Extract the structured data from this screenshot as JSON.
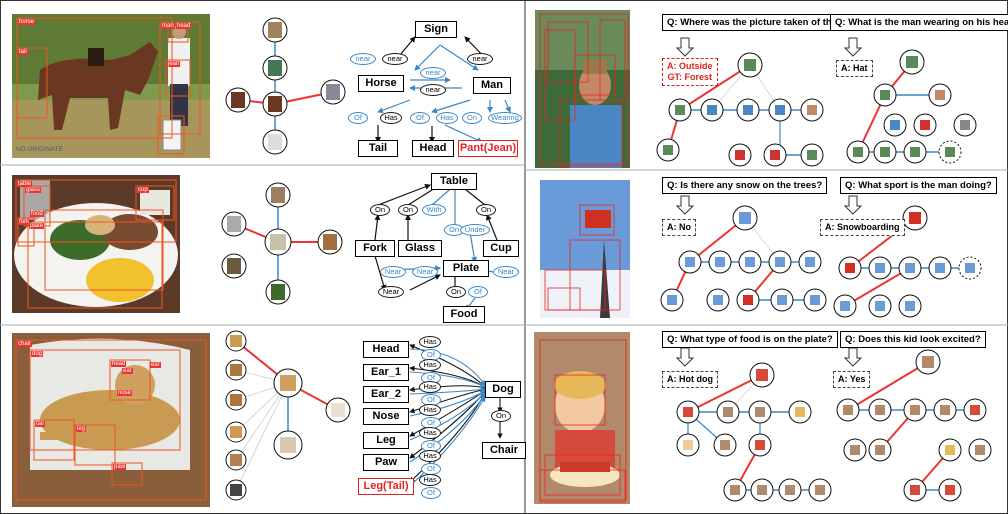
{
  "row1": {
    "labels": [
      "horse",
      "tail",
      "man",
      "head",
      "jean"
    ],
    "watermark": "NO ORIGINATE",
    "nodes": [
      "Sign",
      "Horse",
      "Man",
      "Tail",
      "Head",
      "Pant(Jean)"
    ],
    "edges": [
      "near",
      "near",
      "near",
      "near",
      "near",
      "Of",
      "Has",
      "Of",
      "Has",
      "On",
      "Wearing"
    ]
  },
  "row2": {
    "labels": [
      "table",
      "glass",
      "cup",
      "food",
      "plate",
      "fork"
    ],
    "nodes": [
      "Table",
      "Fork",
      "Glass",
      "Cup",
      "Plate",
      "Food"
    ],
    "edges": [
      "On",
      "On",
      "With",
      "On",
      "On",
      "Under",
      "Near",
      "Near",
      "Near",
      "Near",
      "On",
      "Of"
    ]
  },
  "row3": {
    "labels": [
      "chair",
      "dog",
      "head",
      "ear",
      "ear",
      "nose",
      "tail",
      "leg",
      "paw"
    ],
    "nodes": [
      "Head",
      "Ear_1",
      "Ear_2",
      "Nose",
      "Leg",
      "Paw",
      "Leg(Tail)",
      "Dog",
      "Chair"
    ],
    "edges": [
      "Has",
      "Of",
      "Has",
      "Of",
      "Has",
      "Of",
      "Has",
      "Of",
      "Has",
      "Of",
      "Has",
      "Of",
      "Has",
      "Of",
      "On"
    ]
  },
  "qa": [
    {
      "q": "Q: Where was the picture taken of the man?",
      "a": "A: Outside",
      "gt": "GT: Forest"
    },
    {
      "q": "Q: What is the man wearing on his head?",
      "a": "A: Hat"
    },
    {
      "q": "Q: Is there any snow on the trees?",
      "a": "A: No"
    },
    {
      "q": "Q: What sport is the man doing?",
      "a": "A: Snowboarding"
    },
    {
      "q": "Q: What type of food is on the plate?",
      "a": "A: Hot dog"
    },
    {
      "q": "Q: Does this kid look excited?",
      "a": "A: Yes"
    }
  ]
}
